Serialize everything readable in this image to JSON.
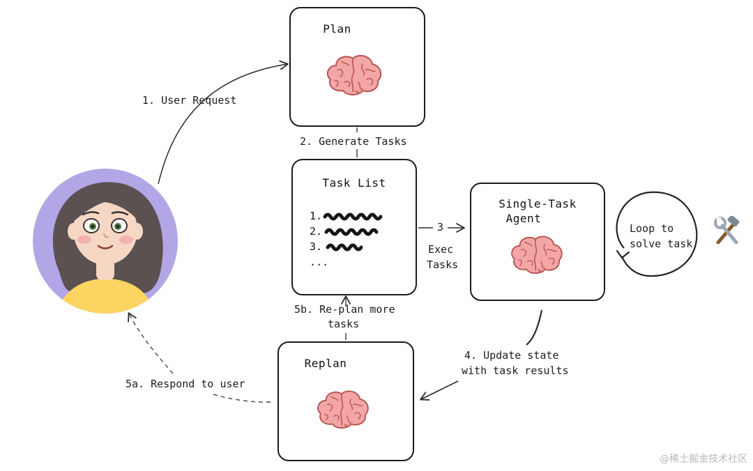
{
  "nodes": {
    "plan": {
      "title": "Plan"
    },
    "task_list": {
      "title": "Task List",
      "items": [
        "1.",
        "2.",
        "3.",
        "..."
      ]
    },
    "agent": {
      "title_line1": "Single-Task",
      "title_line2": "Agent"
    },
    "replan": {
      "title": "Replan"
    },
    "loop": {
      "line1": "Loop to",
      "line2": "solve task"
    }
  },
  "edges": {
    "user_request": "1. User Request",
    "generate_tasks": "2. Generate Tasks",
    "exec_number": "3",
    "exec_line1": "Exec",
    "exec_line2": "Tasks",
    "update_line1": "4. Update state",
    "update_line2": "with task results",
    "respond": "5a. Respond to user",
    "replan_line1": "5b. Re-plan more",
    "replan_line2": "tasks"
  },
  "icons": {
    "brain": "brain-icon",
    "tools": "hammer-wrench-icon",
    "user": "user-avatar"
  },
  "colors": {
    "brain": "#f3a6a6",
    "brain_outline": "#b5534f",
    "avatar_bg": "#b3a6e6",
    "skin": "#f5d7c3",
    "hair": "#5b5151",
    "shirt": "#fcd462"
  },
  "watermark": "@稀土掘金技术社区"
}
